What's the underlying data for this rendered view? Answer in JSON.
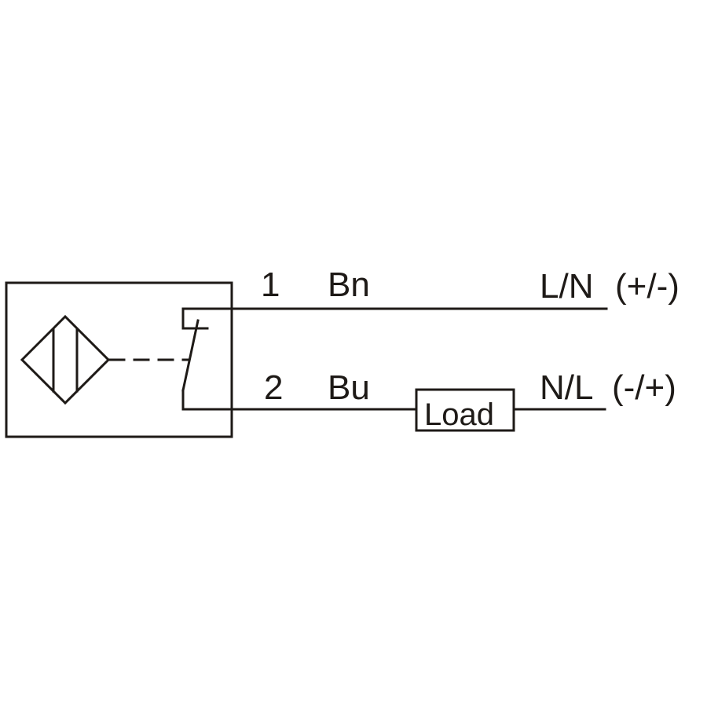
{
  "wire1": {
    "pin": "1",
    "color_code": "Bn",
    "supply": "L/N",
    "polarity": "(+/-)"
  },
  "wire2": {
    "pin": "2",
    "color_code": "Bu",
    "supply": "N/L",
    "polarity": "(-/+)"
  },
  "load": {
    "label": "Load"
  },
  "colors": {
    "line": "#1e1a17",
    "background": "#ffffff"
  },
  "icons": {
    "sensor_face": "inductive-sensor-diamond-icon",
    "switch": "normally-open-switch-icon"
  }
}
